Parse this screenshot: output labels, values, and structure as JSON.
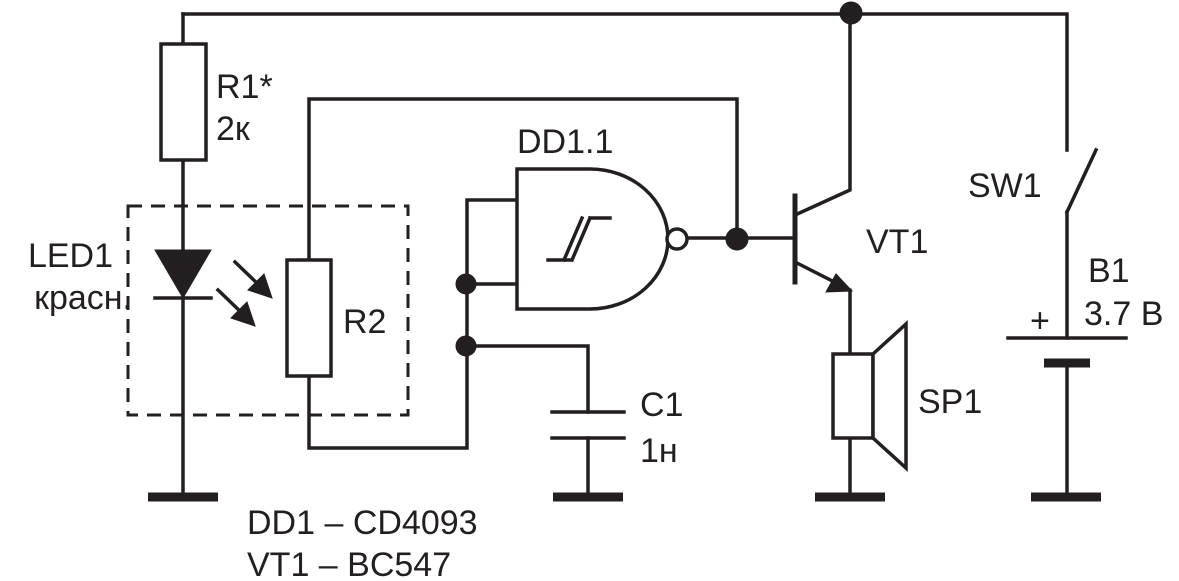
{
  "components": {
    "r1": {
      "ref": "R1*",
      "value": "2к"
    },
    "r2": {
      "ref": "R2"
    },
    "led1": {
      "ref": "LED1",
      "value": "красн."
    },
    "dd1": {
      "ref": "DD1.1"
    },
    "vt1": {
      "ref": "VT1"
    },
    "c1": {
      "ref": "C1",
      "value": "1н"
    },
    "sp1": {
      "ref": "SP1"
    },
    "sw1": {
      "ref": "SW1"
    },
    "b1": {
      "ref": "B1",
      "value": "3.7 В",
      "polarity": "+"
    }
  },
  "notes": {
    "dd1_part": "DD1 – CD4093",
    "vt1_part": "VT1 – BC547"
  }
}
